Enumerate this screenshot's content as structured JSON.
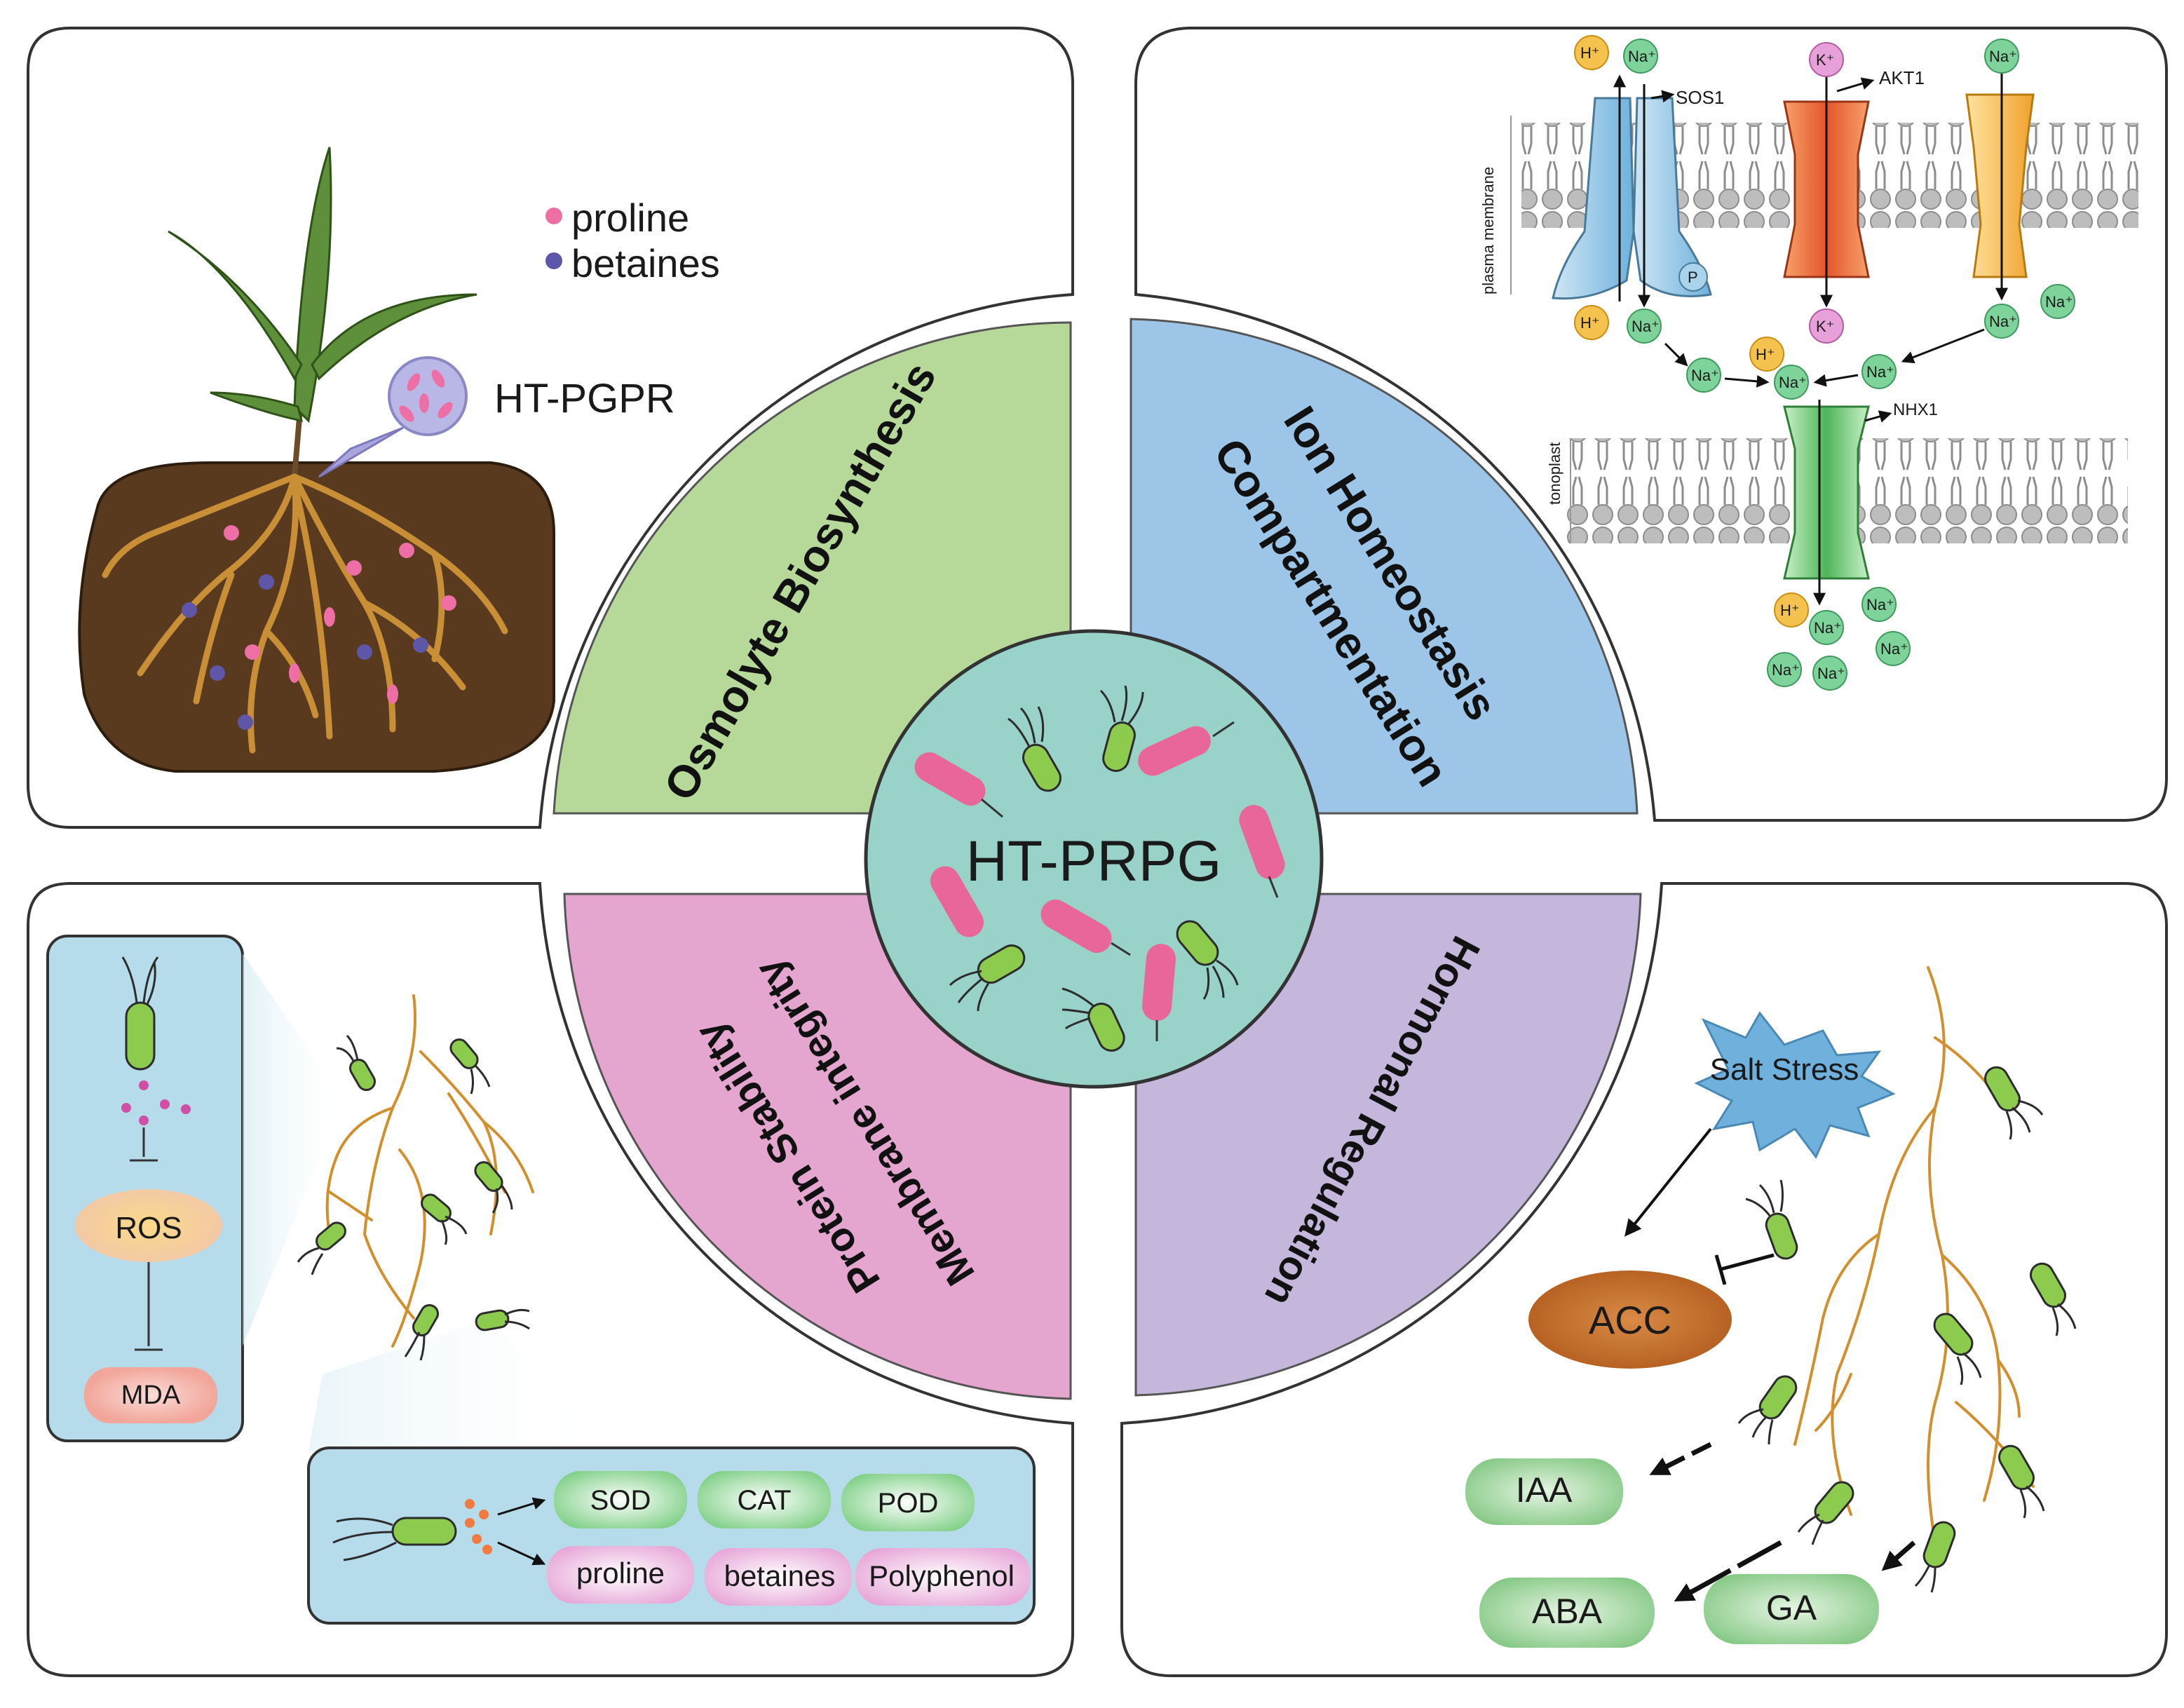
{
  "center": {
    "label": "HT-PRPG"
  },
  "sectors": {
    "top_left": {
      "label": "Osmolyte Biosynthesis",
      "color": "#b6d99a"
    },
    "top_right": {
      "line1": "Ion Homeostasis",
      "line2": "Compartmentation",
      "color": "#9cc5e8"
    },
    "bottom_left": {
      "line1": "Membrane integrity",
      "line2": "Protein Stability",
      "color": "#e4a6cf"
    },
    "bottom_right": {
      "label": "Hormonal Regulation",
      "color": "#c5b6dc"
    }
  },
  "panel_top_left": {
    "legend": [
      {
        "label": "proline",
        "color": "#ee6fa6"
      },
      {
        "label": "betaines",
        "color": "#5e56a8"
      }
    ],
    "bacteria_label": "HT-PGPR"
  },
  "panel_top_right": {
    "plasma_membrane": "plasma membrane",
    "tonoplast": "tonoplast",
    "transporters": {
      "sos1": "SOS1",
      "akt1": "AKT1",
      "nhx1": "NHX1"
    },
    "ions": {
      "h": "H⁺",
      "na": "Na⁺",
      "k": "K⁺",
      "p": "P"
    }
  },
  "panel_bottom_left": {
    "ros": "ROS",
    "mda": "MDA",
    "enzymes": [
      "SOD",
      "CAT",
      "POD"
    ],
    "osmolytes": [
      "proline",
      "betaines",
      "Polyphenol"
    ]
  },
  "panel_bottom_right": {
    "stress": "Salt Stress",
    "acc": "ACC",
    "hormones": [
      "IAA",
      "ABA",
      "GA"
    ]
  }
}
